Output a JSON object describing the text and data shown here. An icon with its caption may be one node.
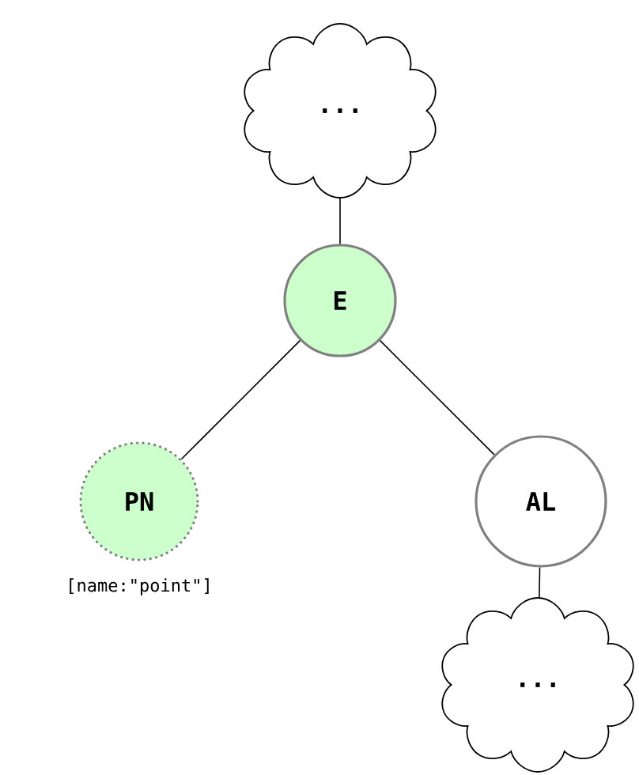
{
  "diagram": {
    "nodes": [
      {
        "text": [
          "..."
        ]
      },
      {
        "text": [
          "E"
        ]
      },
      {
        "text": [
          "PN"
        ],
        "beside": [
          "[name:\"point\"]"
        ]
      },
      {
        "text": [
          "AL"
        ]
      },
      {
        "text": [
          "..."
        ]
      }
    ],
    "edges": [
      {
        "from": 0,
        "to": 1,
        "arrow": "none"
      },
      {
        "from": 1,
        "to": 2,
        "arrow": "none"
      },
      {
        "from": 1,
        "to": 3,
        "arrow": "none"
      },
      {
        "from": 3,
        "to": 4,
        "arrow": "none"
      }
    ]
  }
}
